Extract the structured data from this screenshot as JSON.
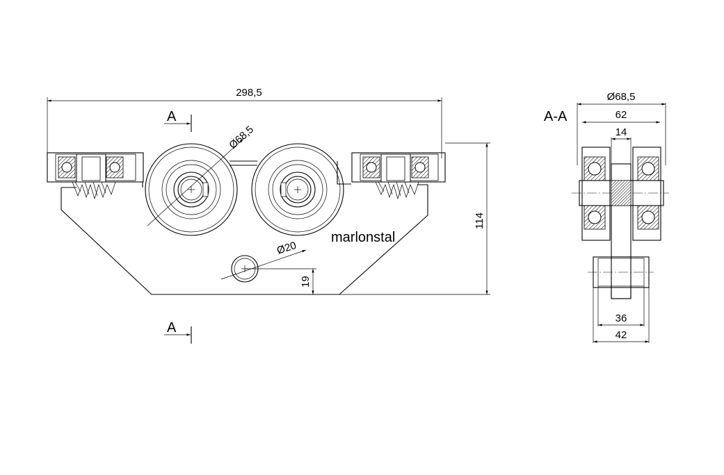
{
  "front_view": {
    "dimensions": {
      "overall_width": "298,5",
      "height": "114",
      "wheel_diameter": "Ø68,5",
      "pin_diameter": "Ø20",
      "pin_height": "19"
    },
    "section_marker_top": "A",
    "section_marker_bottom": "A",
    "brand": "marlonstal"
  },
  "section_view": {
    "title": "A-A",
    "dimensions": {
      "diameter": "Ø68,5",
      "width_62": "62",
      "shaft_14": "14",
      "pin_36": "36",
      "pin_42": "42"
    }
  }
}
